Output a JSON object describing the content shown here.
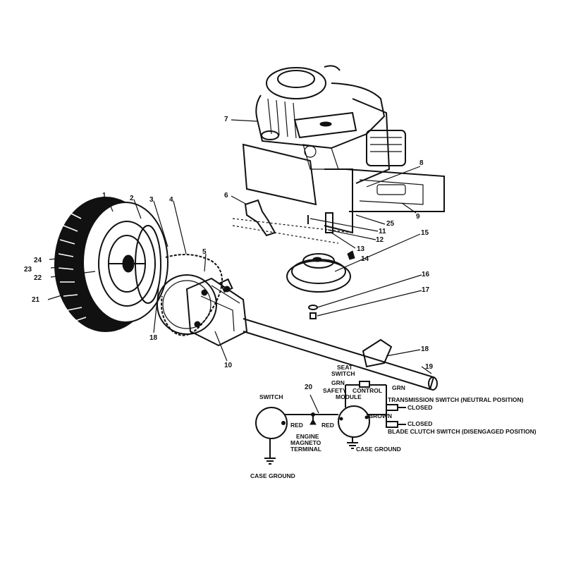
{
  "part_numbers": {
    "p1": "1",
    "p2": "2",
    "p3": "3",
    "p4": "4",
    "p5": "5",
    "p6": "6",
    "p7": "7",
    "p8": "8",
    "p9": "9",
    "p10": "10",
    "p11": "11",
    "p12": "12",
    "p13": "13",
    "p14": "14",
    "p15": "15",
    "p16": "16",
    "p17": "17",
    "p18a": "18",
    "p18b": "18",
    "p19": "19",
    "p20": "20",
    "p21": "21",
    "p22": "22",
    "p23": "23",
    "p24": "24",
    "p25": "25"
  },
  "wiring": {
    "switch": "SWITCH",
    "case_ground_left": "CASE GROUND",
    "red_left": "RED",
    "red_right": "RED",
    "engine_l1": "ENGINE",
    "engine_l2": "MAGNETO",
    "engine_l3": "TERMINAL",
    "seat_l1": "SEAT",
    "seat_l2": "SWITCH",
    "grn_left": "GRN",
    "grn_right": "GRN",
    "safety_l1": "SAFETY",
    "safety_l2": "CONTROL",
    "safety_l3": "MODULE",
    "brown": "BROWN",
    "transmission": "TRANSMISSION SWITCH (NEUTRAL POSITION)",
    "closed_top": "CLOSED",
    "closed_bottom": "CLOSED",
    "blade_clutch": "BLADE CLUTCH SWITCH (DISENGAGED POSITION)",
    "case_ground_right": "CASE GROUND"
  }
}
